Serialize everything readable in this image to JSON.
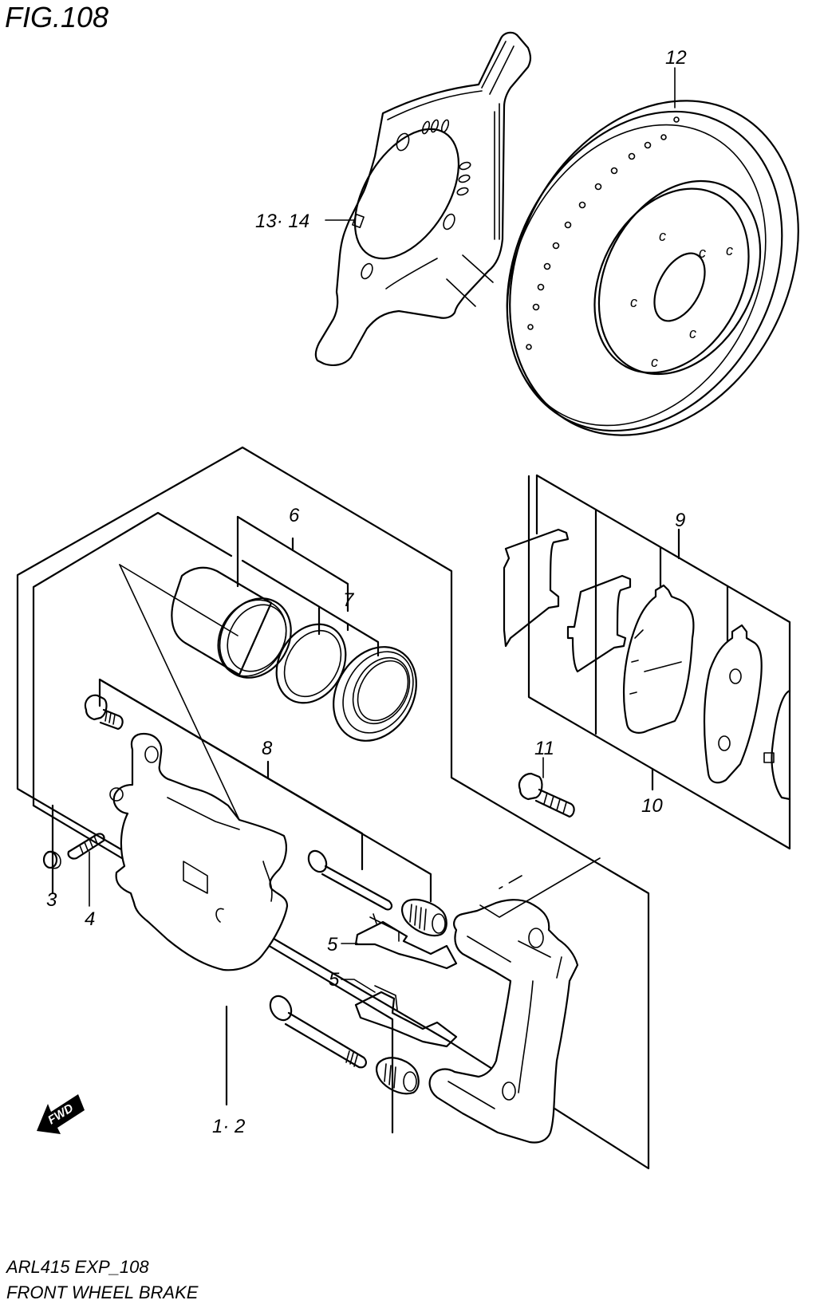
{
  "figure": {
    "title": "FIG.108",
    "model_code": "ARL415 EXP_108",
    "caption": "FRONT WHEEL BRAKE"
  },
  "direction_marker": {
    "label": "FWD",
    "icon": "fwd-arrow-icon"
  },
  "callouts": {
    "c1_2": "1· 2",
    "c3": "3",
    "c4": "4",
    "c5a": "5",
    "c5b": "5",
    "c6": "6",
    "c7": "7",
    "c8": "8",
    "c9": "9",
    "c10": "10",
    "c11": "11",
    "c12": "12",
    "c13_14": "13· 14"
  },
  "parts": [
    {
      "ref": "1·2",
      "name": "caliper-assembly"
    },
    {
      "ref": "3",
      "name": "bleeder-cap"
    },
    {
      "ref": "4",
      "name": "bleeder-plug"
    },
    {
      "ref": "5",
      "name": "pad-clip"
    },
    {
      "ref": "6",
      "name": "piston"
    },
    {
      "ref": "7",
      "name": "piston-seal-and-boot"
    },
    {
      "ref": "8",
      "name": "caliper-pin-and-boot-set"
    },
    {
      "ref": "9",
      "name": "brake-pad-set"
    },
    {
      "ref": "10",
      "name": "pad-shim-set"
    },
    {
      "ref": "11",
      "name": "carrier-bolt"
    },
    {
      "ref": "12",
      "name": "brake-disc"
    },
    {
      "ref": "13·14",
      "name": "dust-cover"
    }
  ]
}
